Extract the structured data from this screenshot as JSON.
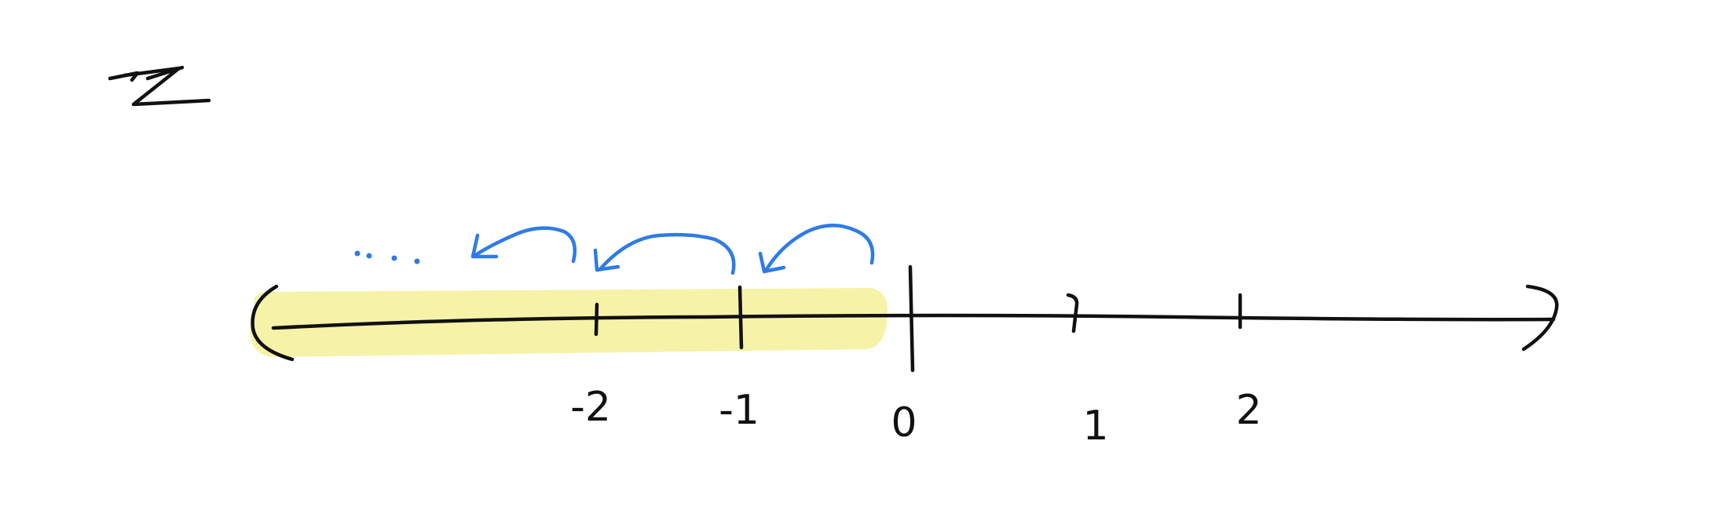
{
  "set_symbol": "ℤ",
  "tick_labels": [
    "-2",
    "-1",
    "0",
    "1",
    "2"
  ],
  "ellipsis": "...",
  "colors": {
    "ink": "#111111",
    "highlight": "#f6f1a3",
    "arrow": "#2f7be6",
    "background": "#ffffff"
  }
}
